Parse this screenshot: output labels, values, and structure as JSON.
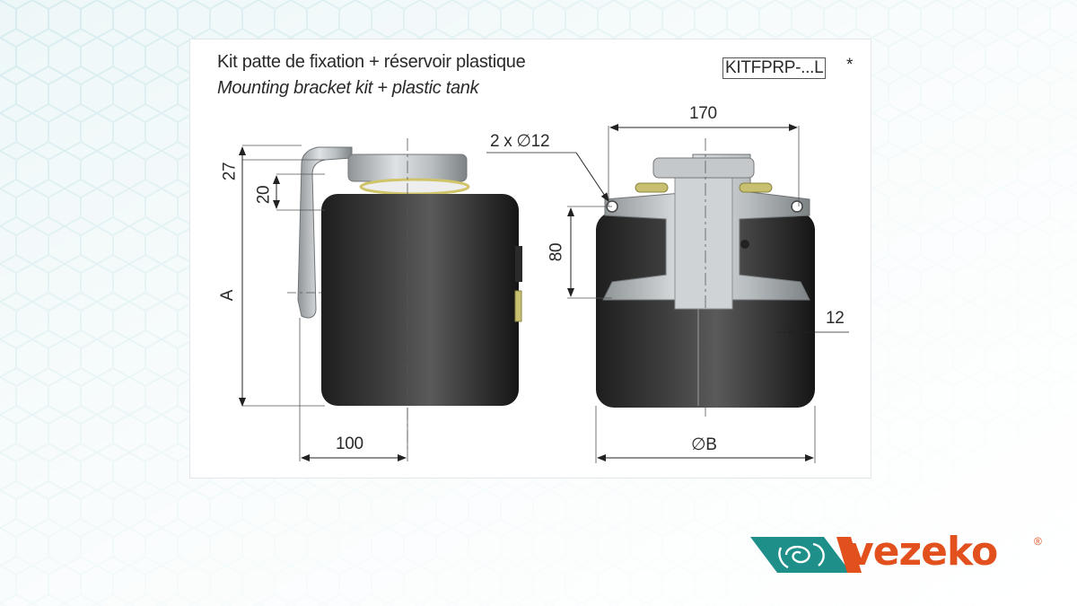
{
  "drawing": {
    "title_fr": "Kit patte de fixation + réservoir plastique",
    "title_en": "Mounting bracket kit + plastic tank",
    "reference": "KITFPRP-...L",
    "reference_mark": "*",
    "side_view": {
      "dim_27": "27",
      "dim_20": "20",
      "dim_A": "A",
      "dim_100": "100"
    },
    "front_view": {
      "dim_170": "170",
      "holes": "2 x ∅12",
      "dim_80": "80",
      "dim_12": "12",
      "dim_B": "∅B"
    }
  },
  "brand": {
    "name": "vezeko",
    "mark": "®",
    "colors": {
      "teal": "#1f8f8a",
      "orange": "#e2501e"
    }
  }
}
